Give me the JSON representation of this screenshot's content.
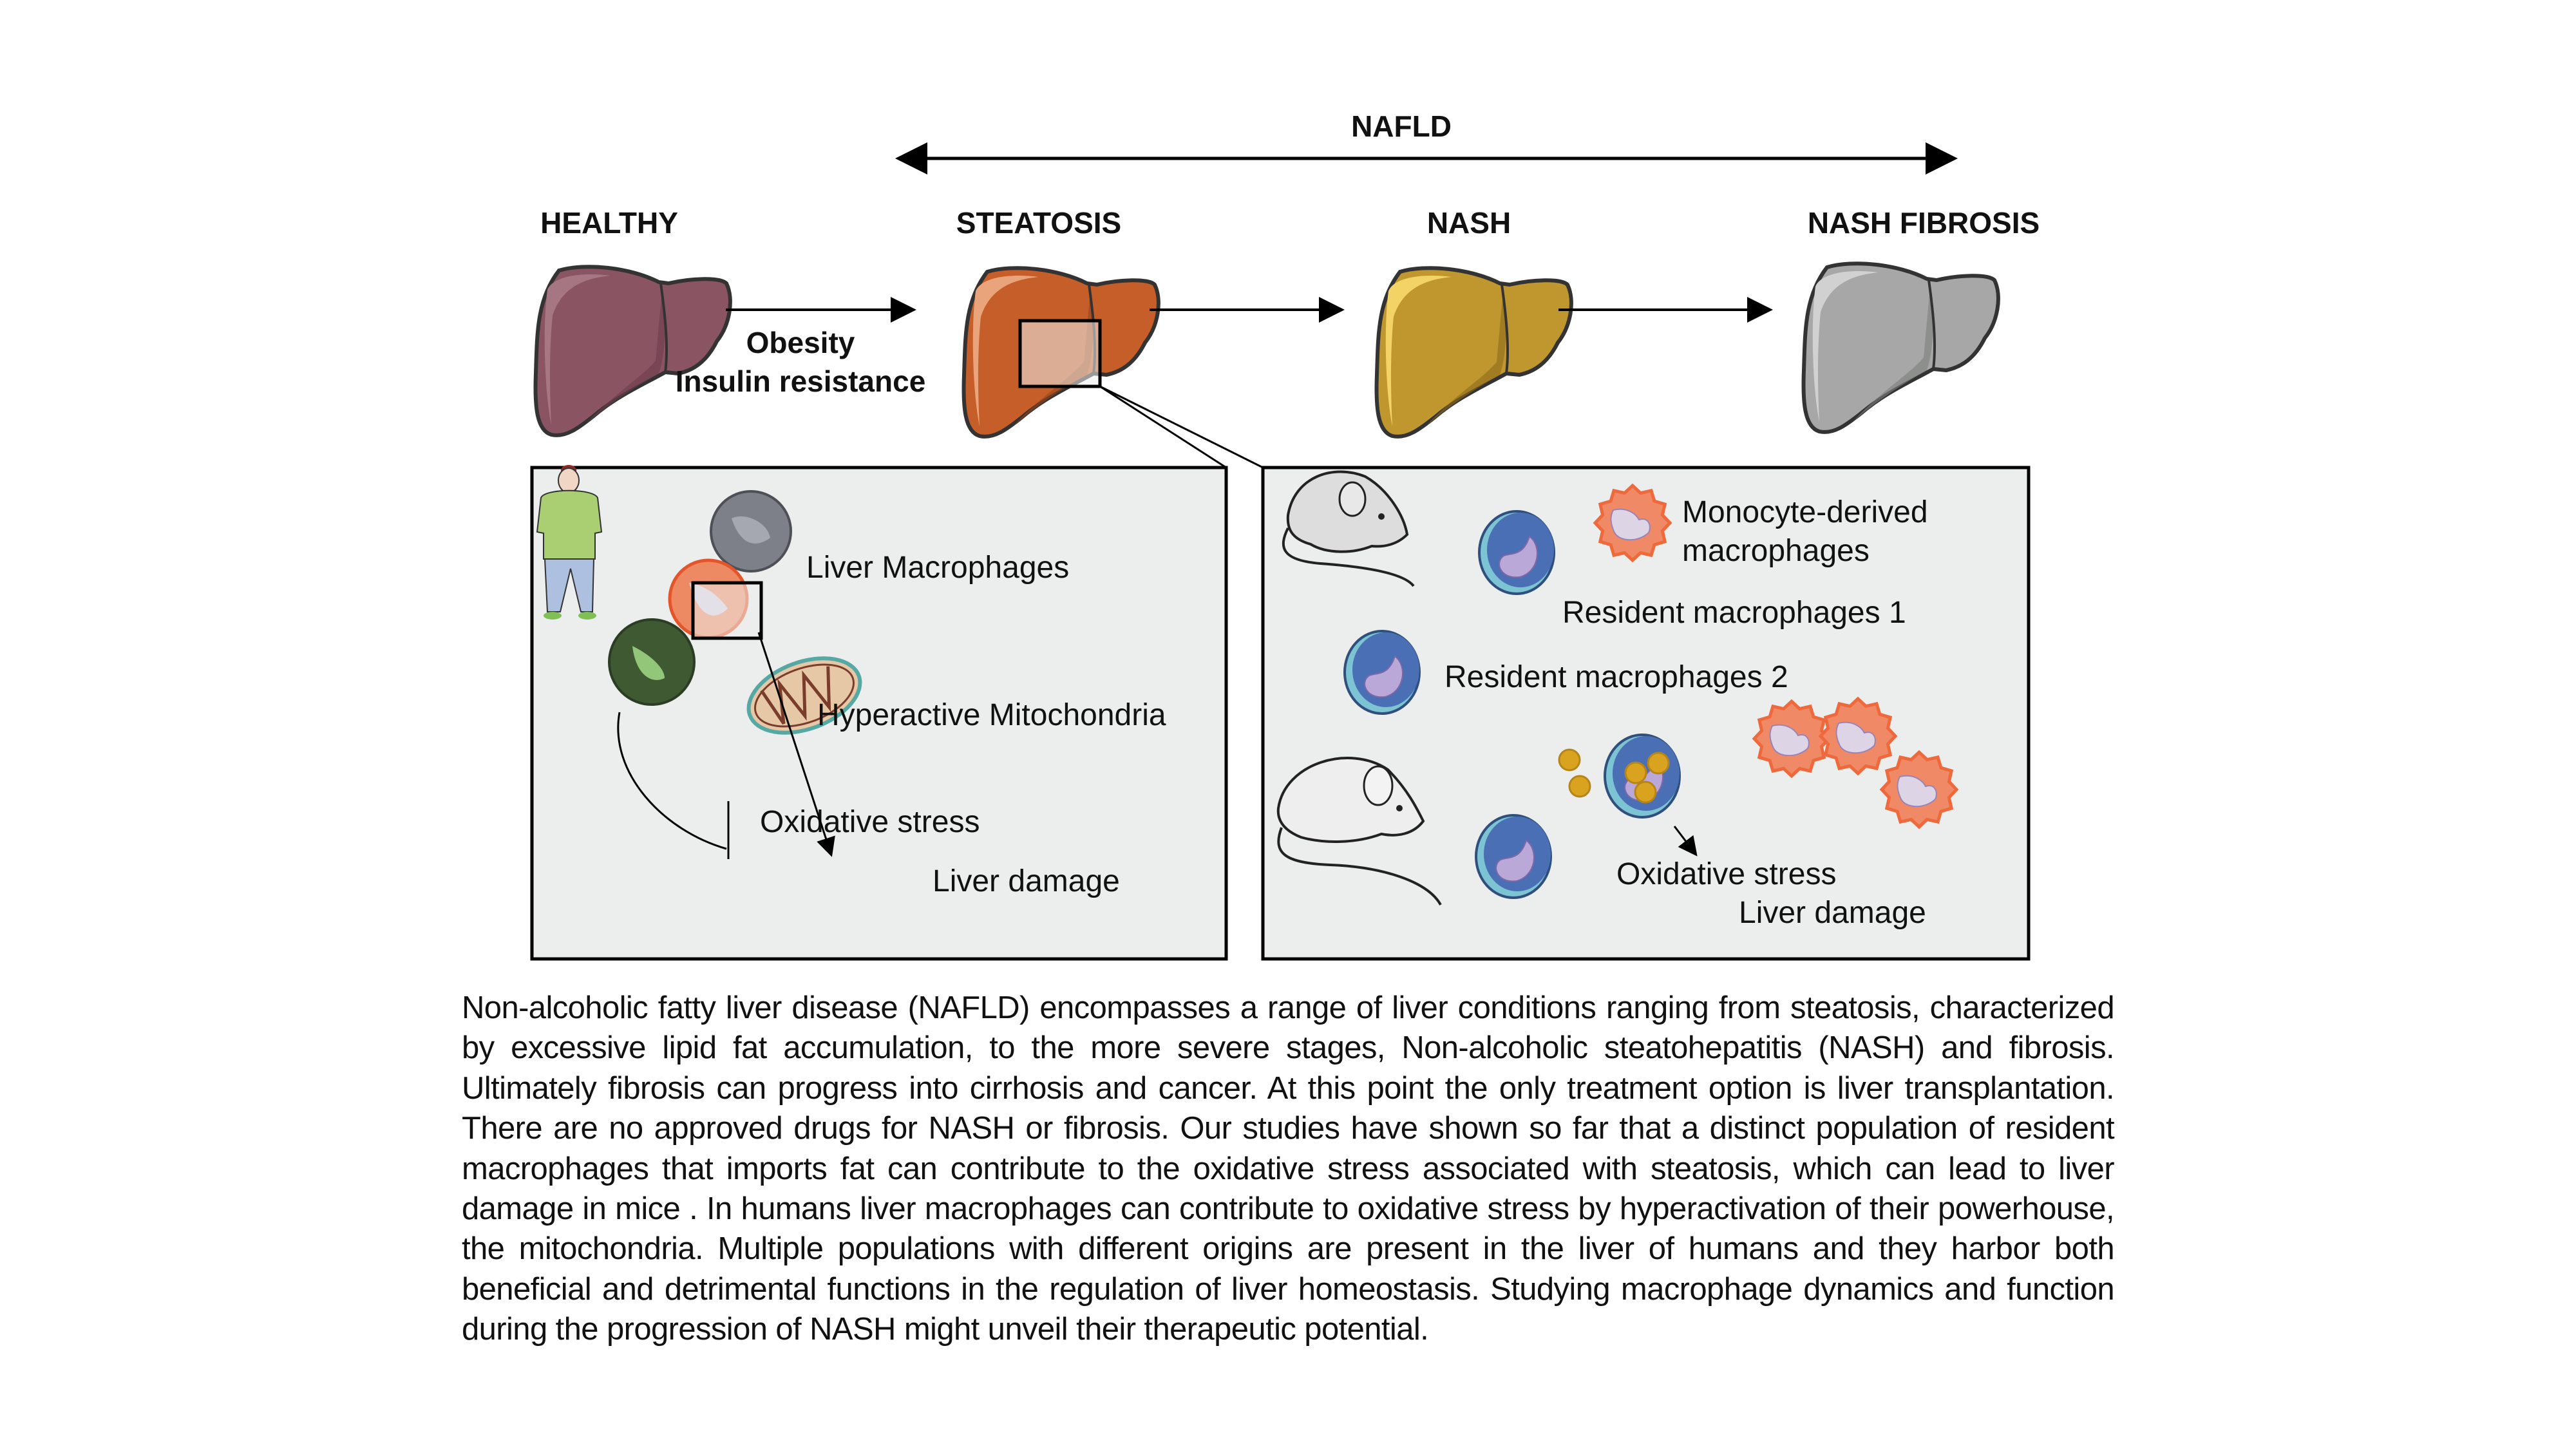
{
  "header": {
    "spectrum_label": "NAFLD"
  },
  "stages": [
    {
      "label": "HEALTHY",
      "liver_color": "#8a5463",
      "liver_light": "#a77683",
      "liver_dark": "#6c3e4b"
    },
    {
      "label": "STEATOSIS",
      "liver_color": "#c55e28",
      "liver_light": "#eaa47b",
      "liver_dark": "#9a451a"
    },
    {
      "label": "NASH",
      "liver_color": "#c0962e",
      "liver_light": "#f3d266",
      "liver_dark": "#8d6a1c"
    },
    {
      "label": "NASH FIBROSIS",
      "liver_color": "#a6a7a6",
      "liver_light": "#d0d1d0",
      "liver_dark": "#7d7e7d"
    }
  ],
  "transition": {
    "line1": "Obesity",
    "line2": "Insulin resistance"
  },
  "human_panel": {
    "macrophages_label": "Liver Macrophages",
    "mitochondria_label": "Hyperactive Mitochondria",
    "oxidative_stress_label": "Oxidative stress",
    "liver_damage_label": "Liver damage"
  },
  "mouse_panel": {
    "monocyte_label_line1": "Monocyte-derived",
    "monocyte_label_line2": "macrophages",
    "resident1_label": "Resident macrophages 1",
    "resident2_label": "Resident macrophages 2",
    "oxidative_stress_label": "Oxidative stress",
    "liver_damage_label": "Liver damage"
  },
  "colors": {
    "panel_bg": "#eceeed",
    "monocyte_macrophage": "#ee6a3c",
    "resident_macrophage": "#4a6fb5",
    "green_macrophage": "#3f5a32",
    "grey_macrophage": "#7d8088",
    "lipid_droplet": "#d9a320"
  },
  "caption": "Non-alcoholic fatty liver disease (NAFLD) encompasses a range of liver conditions ranging from steatosis, characterized by excessive lipid fat accumulation, to the more severe stages, Non-alcoholic steatohepatitis (NASH) and fibrosis. Ultimately fibrosis can progress into cirrhosis and cancer. At this point the only treatment option is liver transplantation. There are no approved drugs for NASH or fibrosis. Our studies have shown so far that a distinct population of resident macrophages that imports fat can contribute to the oxidative stress associated with steatosis, which can lead to liver damage in mice . In humans liver macrophages can contribute to oxidative stress by hyperactivation of their powerhouse, the mitochondria. Multiple populations with different origins are present in the liver of humans and they harbor both beneficial and detrimental functions in the regulation of liver homeostasis. Studying macrophage dynamics and function during the progression of NASH might unveil their therapeutic potential."
}
